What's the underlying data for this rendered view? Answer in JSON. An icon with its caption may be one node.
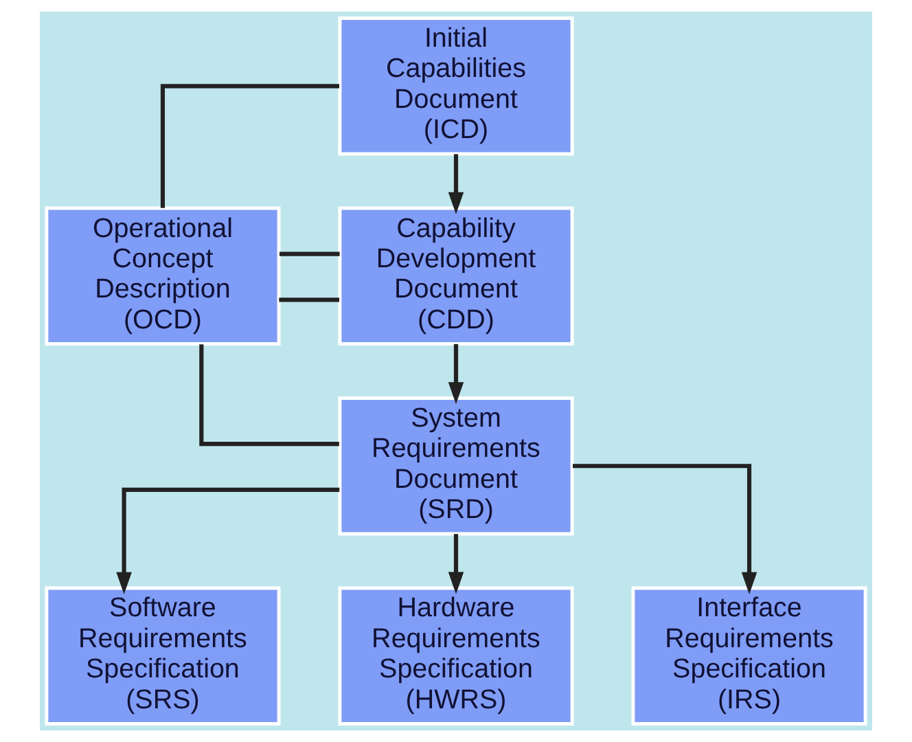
{
  "diagram": {
    "nodes": [
      {
        "text": [
          "Initial Capabilities Document (ICD)"
        ]
      },
      {
        "text": [
          "Operational Concept Description (OCD)"
        ]
      },
      {
        "text": [
          "Capability Development Document (CDD)"
        ]
      },
      {
        "text": [
          "System Requirements Document (SRD)"
        ]
      },
      {
        "text": [
          "Software Requirements Specification (SRS)"
        ]
      },
      {
        "text": [
          "Hardware Requirements Specification (HWRS)"
        ]
      },
      {
        "text": [
          "Interface Requirements Specification (IRS)"
        ]
      }
    ],
    "edges": [
      {
        "from": 0,
        "to": 2,
        "arrow": "to"
      },
      {
        "from": 0,
        "to": 1,
        "arrow": "none"
      },
      {
        "from": 1,
        "to": 2,
        "arrow": "none"
      },
      {
        "from": 2,
        "to": 3,
        "arrow": "to"
      },
      {
        "from": 2,
        "to": 1,
        "arrow": "none"
      },
      {
        "from": 3,
        "to": 1,
        "arrow": "none"
      },
      {
        "from": 3,
        "to": 4,
        "arrow": "to"
      },
      {
        "from": 3,
        "to": 5,
        "arrow": "to"
      },
      {
        "from": 3,
        "to": 6,
        "arrow": "to"
      }
    ]
  }
}
